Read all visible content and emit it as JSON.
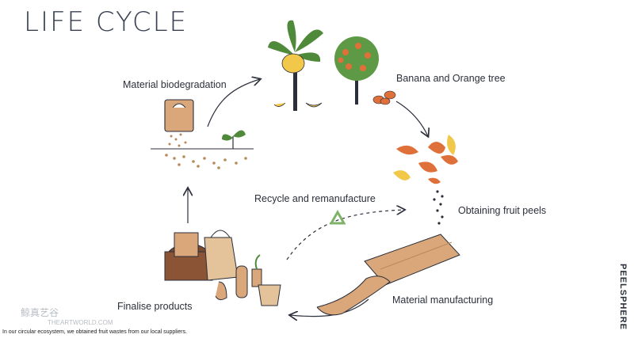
{
  "title": "LIFE CYCLE",
  "stages": {
    "biodegradation": "Material biodegradation",
    "trees": "Banana and Orange tree",
    "peels": "Obtaining fruit peels",
    "recycle": "Recycle and remanufacture",
    "manufacturing": "Material manufacturing",
    "finalise": "Finalise products"
  },
  "footnote": "In our circular ecosystem, we obtained fruit wastes from our local suppliers.",
  "brand": "PEELSPHERE",
  "watermark": "鲸真艺谷",
  "watermark_sub": "THEARTWORLD.COM",
  "colors": {
    "leaf": "#4f8a3a",
    "banana": "#f2c84b",
    "orange": "#e0703a",
    "peel_material": "#d9a77a",
    "text": "#2b2f3a",
    "recycle": "#7fb36a"
  }
}
